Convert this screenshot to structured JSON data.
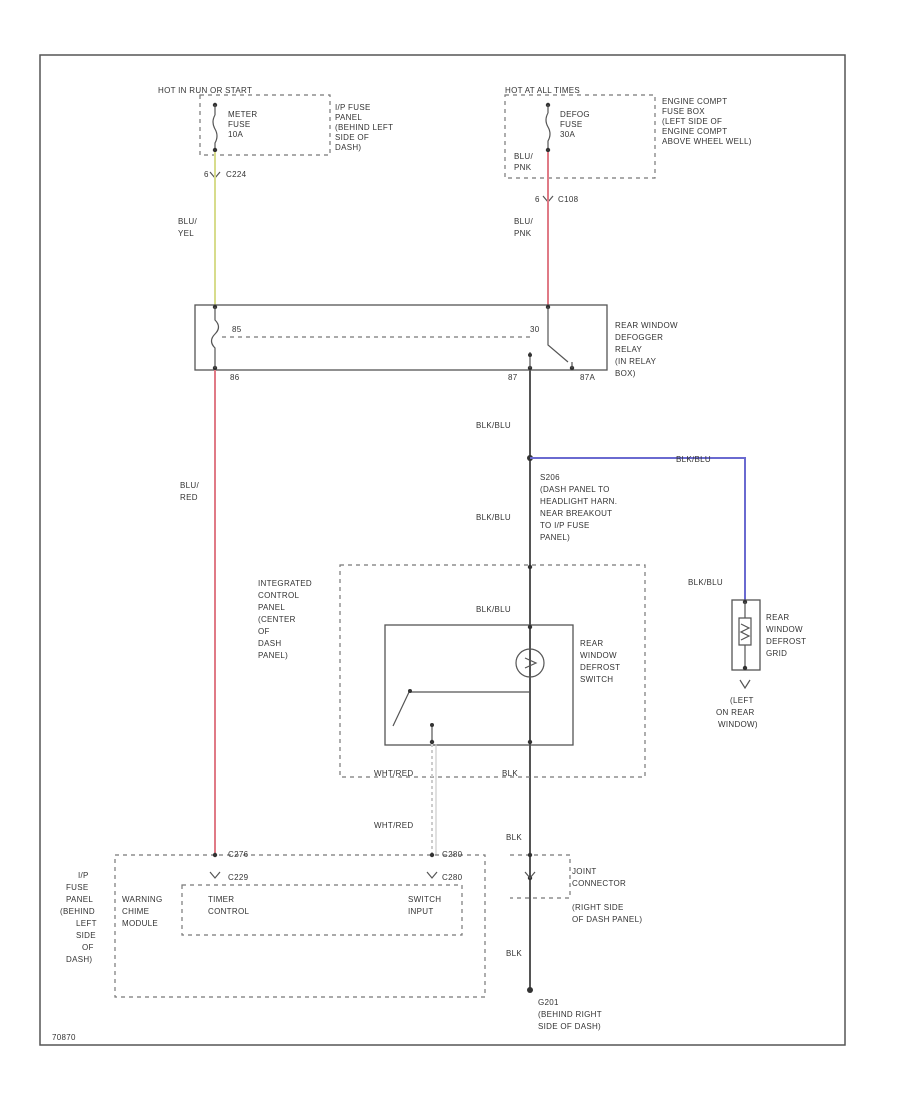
{
  "colors": {
    "yellow_wire": "#d7dc8c",
    "red_wire": "#e07a86",
    "blue_wire": "#6a6ad0",
    "ground_wire": "#555555"
  },
  "labels": {
    "hot_run_start": "HOT IN RUN OR START",
    "hot_all_times": "HOT AT ALL TIMES",
    "meter_fuse": [
      "METER",
      "FUSE",
      "10A"
    ],
    "ip_fuse_panel_loc": [
      "I/P FUSE",
      "PANEL",
      "(BEHIND LEFT",
      "SIDE OF",
      "DASH)"
    ],
    "defog_fuse": [
      "DEFOG",
      "FUSE",
      "30A"
    ],
    "engine_fuse_box_loc": [
      "ENGINE COMPT",
      "FUSE BOX",
      "(LEFT SIDE OF",
      "ENGINE COMPT",
      "ABOVE WHEEL WELL)"
    ],
    "blu_pnk_1": [
      "BLU/",
      "PNK"
    ],
    "c_c224": "C224",
    "c_c108": "C108",
    "pin_6a": "6",
    "pin_6b": "6",
    "blu_yel": [
      "BLU/",
      "YEL"
    ],
    "blu_pnk_2": [
      "BLU/",
      "PNK"
    ],
    "relay_pin_85": "85",
    "relay_pin_30": "30",
    "relay_pin_86": "86",
    "relay_pin_87": "87",
    "relay_pin_87a": "87A",
    "relay_name": [
      "REAR WINDOW",
      "DEFOGGER",
      "RELAY",
      "(IN RELAY",
      "BOX)"
    ],
    "blk_blu_1": "BLK/BLU",
    "blk_blu_2": "BLK/BLU",
    "blk_blu_3": "BLK/BLU",
    "blk_blu_4": "BLK/BLU",
    "blk_blu_5": "BLK/BLU",
    "blu_red": [
      "BLU/",
      "RED"
    ],
    "splice_s206": [
      "S206",
      "(DASH PANEL TO",
      "HEADLIGHT HARN.",
      "NEAR BREAKOUT",
      "TO I/P FUSE",
      "PANEL)"
    ],
    "integrated_panel": [
      "INTEGRATED",
      "CONTROL",
      "PANEL",
      "(CENTER",
      "OF",
      "DASH",
      "PANEL)"
    ],
    "switch_name": [
      "REAR",
      "WINDOW",
      "DEFROST",
      "SWITCH"
    ],
    "grid_name": [
      "REAR",
      "WINDOW",
      "DEFROST",
      "GRID"
    ],
    "grid_loc": [
      "(LEFT",
      "ON REAR",
      "WINDOW)"
    ],
    "wht_red_1": "WHT/RED",
    "wht_red_2": "WHT/RED",
    "blk_1": "BLK",
    "blk_2": "BLK",
    "blk_3": "BLK",
    "c_c276": "C276",
    "c_c229": "C229",
    "c_c280a": "C280",
    "c_c280b": "C280",
    "ip_fuse_panel_2": [
      "I/P",
      "FUSE",
      "PANEL",
      "(BEHIND",
      "LEFT",
      "SIDE",
      "OF",
      "DASH)"
    ],
    "warning_chime": [
      "WARNING",
      "CHIME",
      "MODULE"
    ],
    "timer_control": [
      "TIMER",
      "CONTROL"
    ],
    "switch_input": [
      "SWITCH",
      "INPUT"
    ],
    "joint_connector": [
      "JOINT",
      "CONNECTOR"
    ],
    "joint_loc": [
      "(RIGHT SIDE",
      "OF DASH PANEL)"
    ],
    "ground_g201": [
      "G201",
      "(BEHIND RIGHT",
      "SIDE OF DASH)"
    ],
    "figure_id": "70870"
  }
}
